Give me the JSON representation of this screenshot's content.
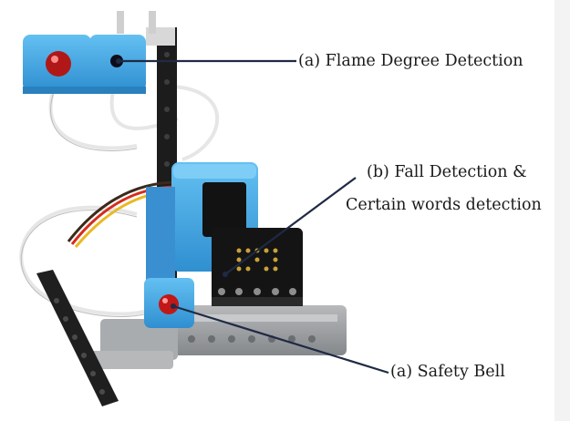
{
  "annotations": {
    "flame": "(a) Flame Degree Detection",
    "fall_line1": "(b) Fall Detection &",
    "fall_line2": "Certain words detection",
    "bell": "(a) Safety Bell"
  },
  "colors": {
    "leader_line": "#1f2a44",
    "module_blue": "#49a9e6",
    "frame_gray": "#9ea1a4",
    "beam_black": "#1c1c1c",
    "board_black": "#111111"
  }
}
